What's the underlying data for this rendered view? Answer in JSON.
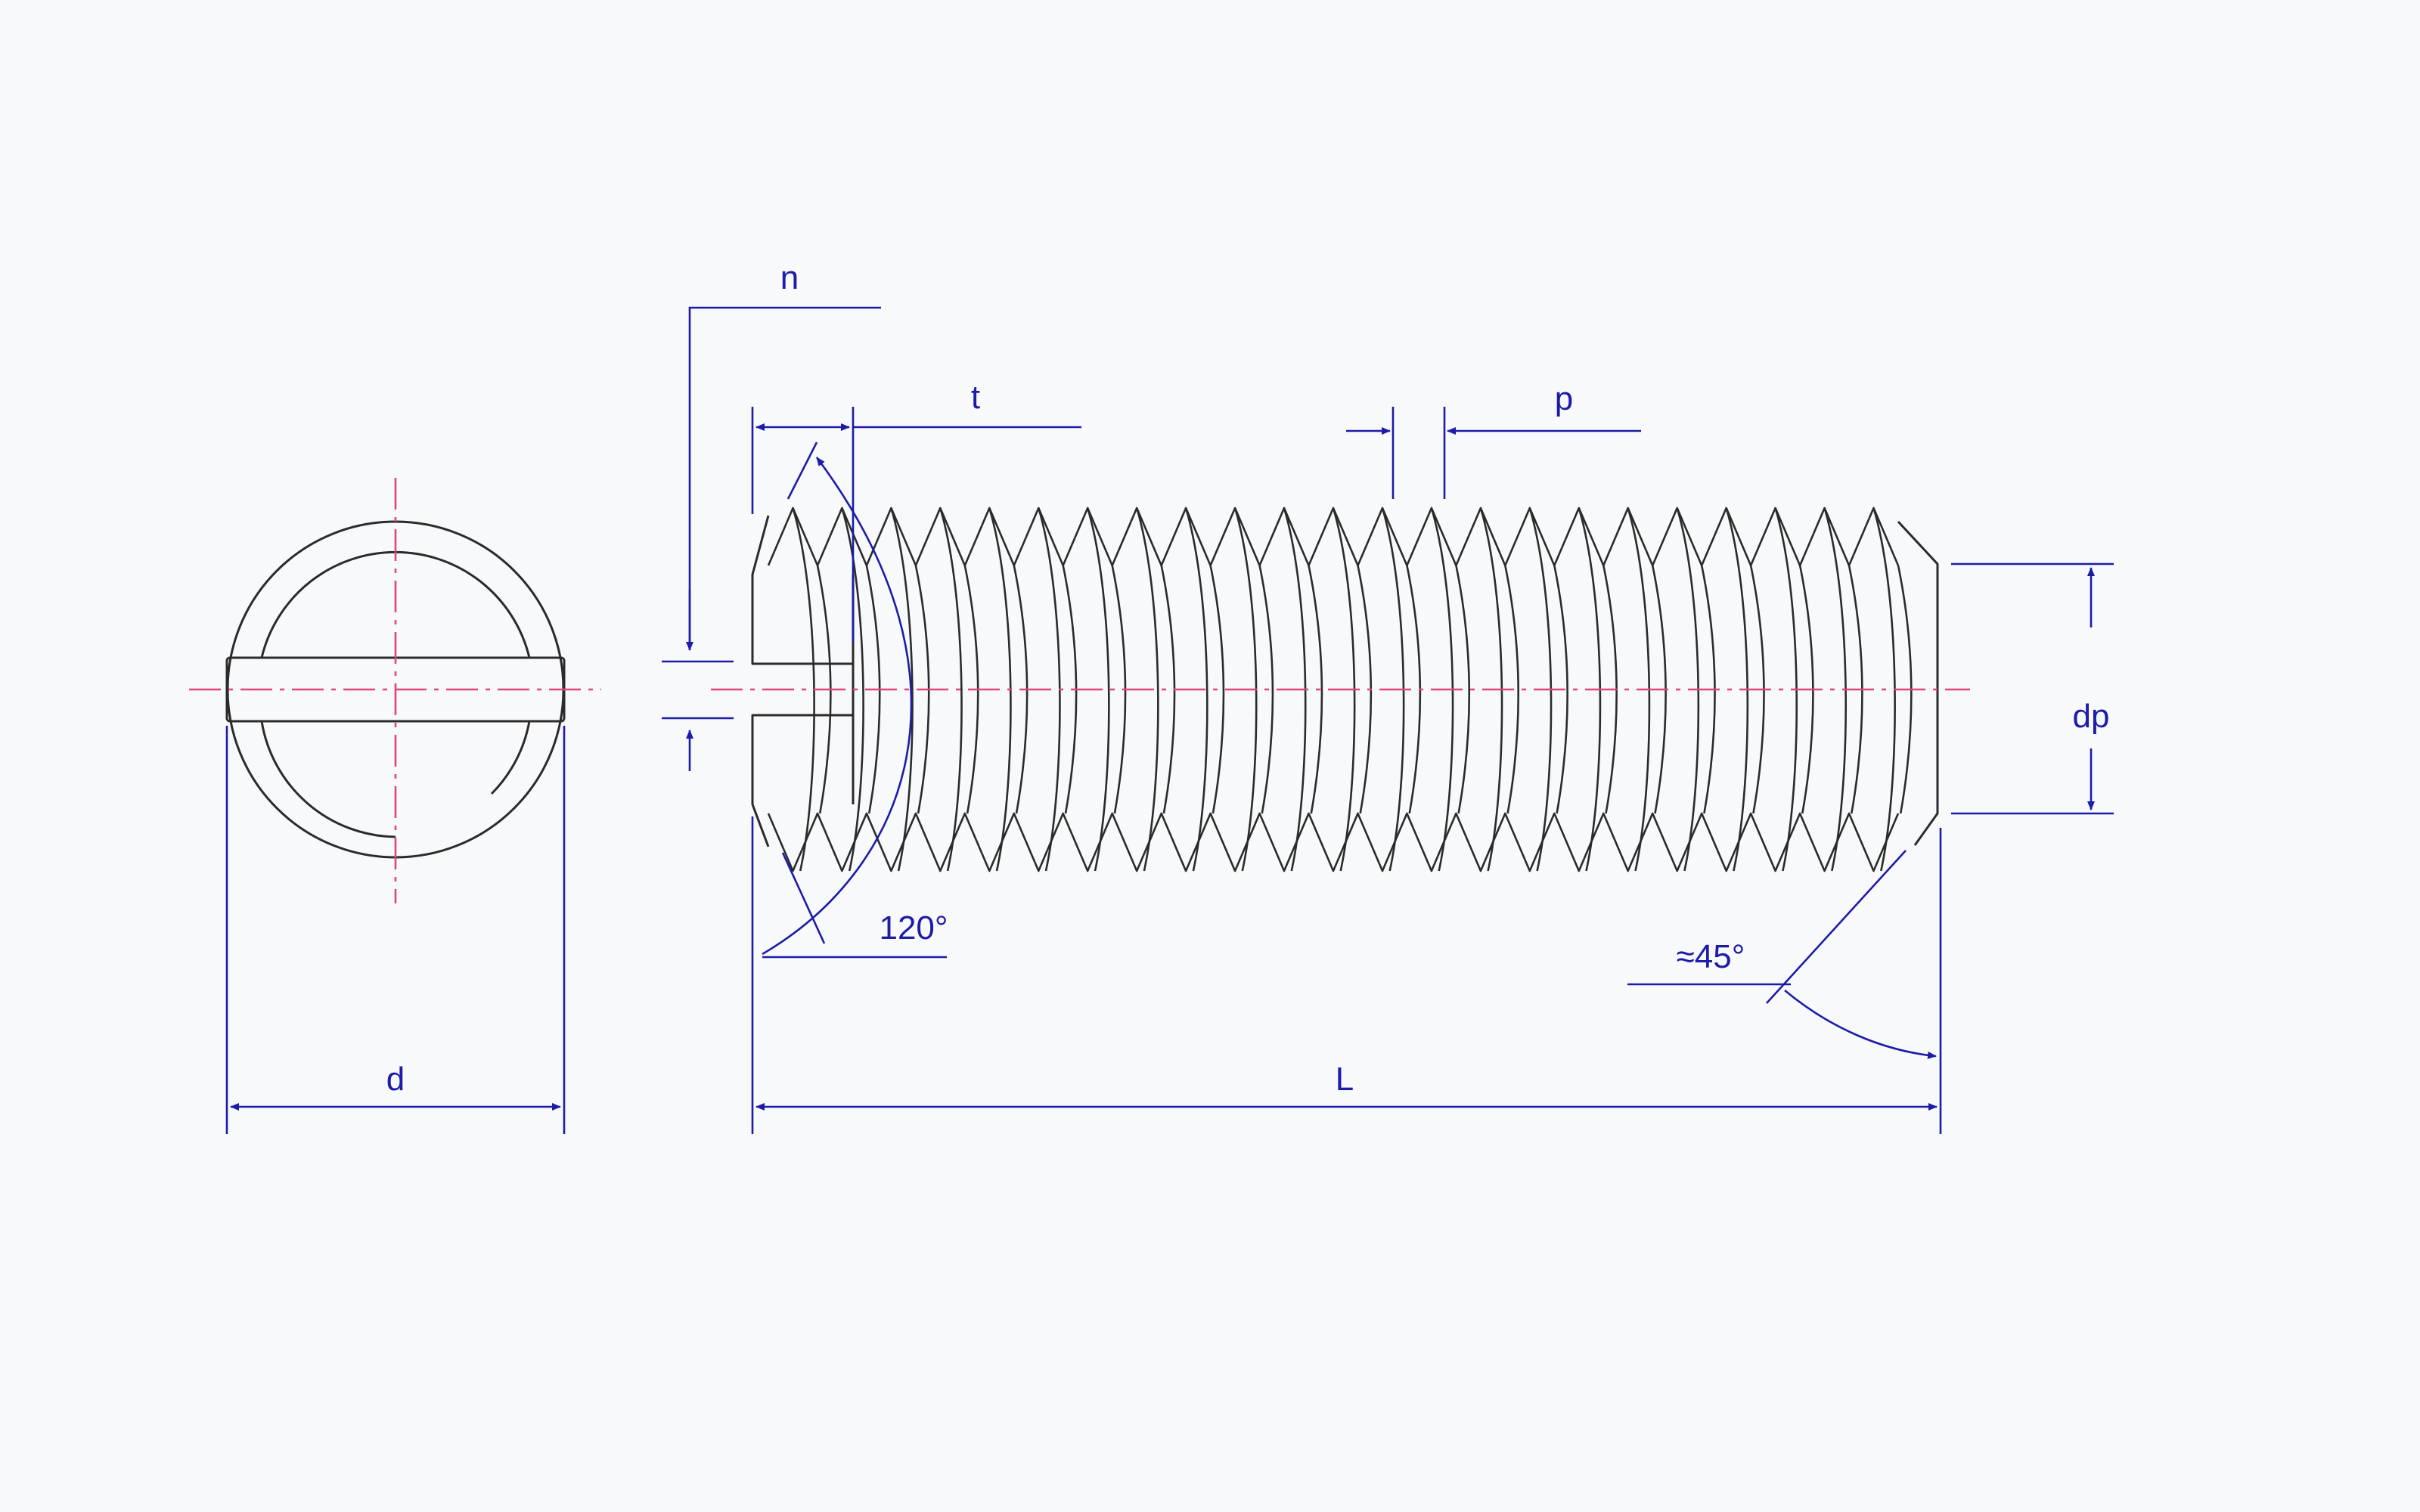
{
  "diagram": {
    "dimension_labels": {
      "n": "n",
      "t": "t",
      "p": "p",
      "dp": "dp",
      "d": "d",
      "L": "L",
      "point_angle": "120°",
      "chamfer_angle": "≈45°"
    },
    "colors": {
      "outline": "#2b2b2b",
      "centerline": "#e0457b",
      "dimension": "#1c1ca8",
      "background": "#f8f9fa"
    },
    "thread_count": 23
  }
}
